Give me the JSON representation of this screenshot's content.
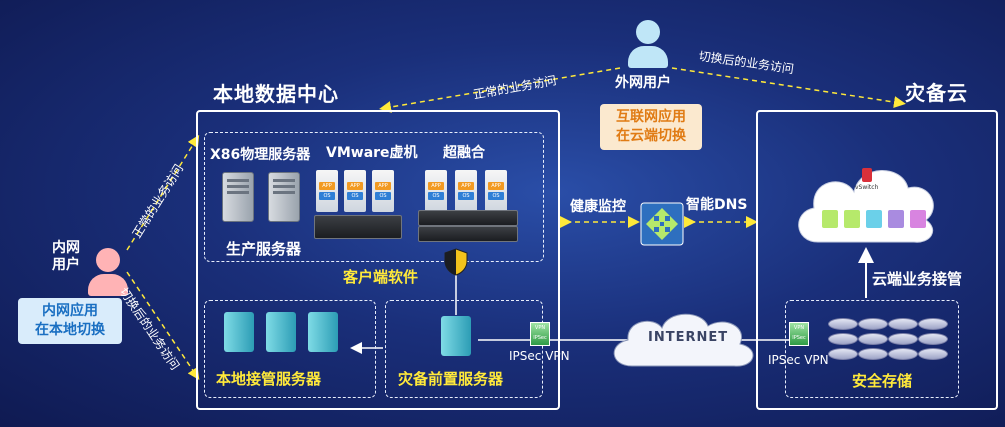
{
  "titles": {
    "local_dc": "本地数据中心",
    "dr_cloud": "灾备云"
  },
  "people": {
    "external_user": "外网用户",
    "internal_user": "内网\n用户"
  },
  "notes": {
    "cloud_switch": "互联网应用\n在云端切换",
    "local_switch": "内网应用\n在本地切换"
  },
  "arrows": {
    "normal_access_top": "正常的业务访问",
    "switched_access_top": "切换后的业务访问",
    "normal_access_left": "正常的业务访问",
    "switched_access_left": "切换后的业务访问"
  },
  "local": {
    "x86_label": "X86物理服务器",
    "vmware_label": "VMware虚机",
    "hci_label": "超融合",
    "prod_servers": "生产服务器",
    "client_software": "客户端软件",
    "local_takeover": "本地接管服务器",
    "dr_front": "灾备前置服务器",
    "ipsec_local": "IPSec VPN",
    "app_tag": "APP",
    "os_tag": "OS"
  },
  "middle": {
    "health_monitor": "健康监控",
    "smart_dns": "智能DNS",
    "internet": "INTERNET"
  },
  "cloud": {
    "ipsec_cloud": "IPSec VPN",
    "cloud_takeover": "云端业务接管",
    "secure_storage": "安全存储",
    "vswitch": "vSwitch"
  },
  "colors": {
    "accent_yellow": "#ffe93a",
    "background": "#1a2f7a",
    "note_blue": "#1a6fc2",
    "note_orange": "#e07b14"
  }
}
